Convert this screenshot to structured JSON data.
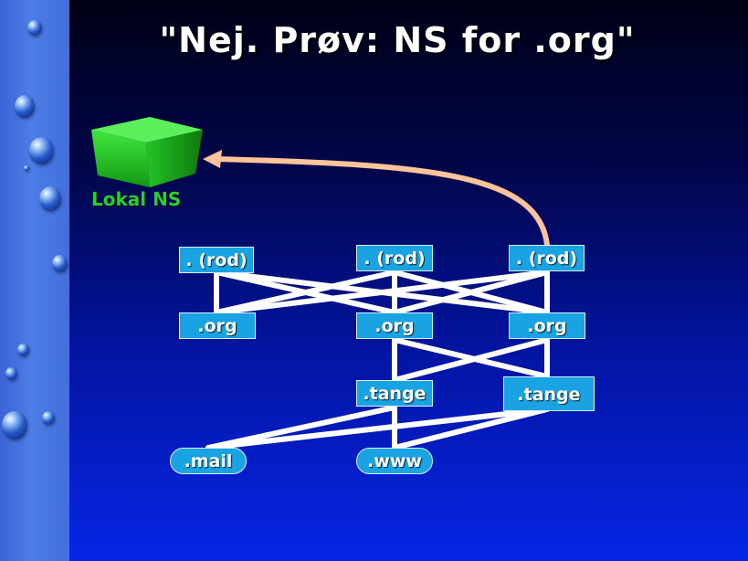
{
  "slide": {
    "title": "\"Nej. Prøv: NS for .org\"",
    "lokal_ns": "Lokal NS",
    "colors": {
      "background_top": "#000016",
      "background_bottom": "#0626e6",
      "strip": "#4d7de6",
      "node_fill": "#1aa3e2",
      "link_line": "#ffffff",
      "arrow": "#ffc49a",
      "cube": "#2fd92f",
      "lokal_label": "#27d12b"
    },
    "icons": [
      "cube-icon",
      "water-drop-icon",
      "arrow-icon"
    ]
  },
  "nodes": {
    "root_left": ". (rod)",
    "root_center": ". (rod)",
    "root_right": ". (rod)",
    "org_left": ".org",
    "org_center": ".org",
    "org_right": ".org",
    "tange_center": ".tange",
    "tange_right": ".tange",
    "mail": ".mail",
    "www": ".www"
  }
}
